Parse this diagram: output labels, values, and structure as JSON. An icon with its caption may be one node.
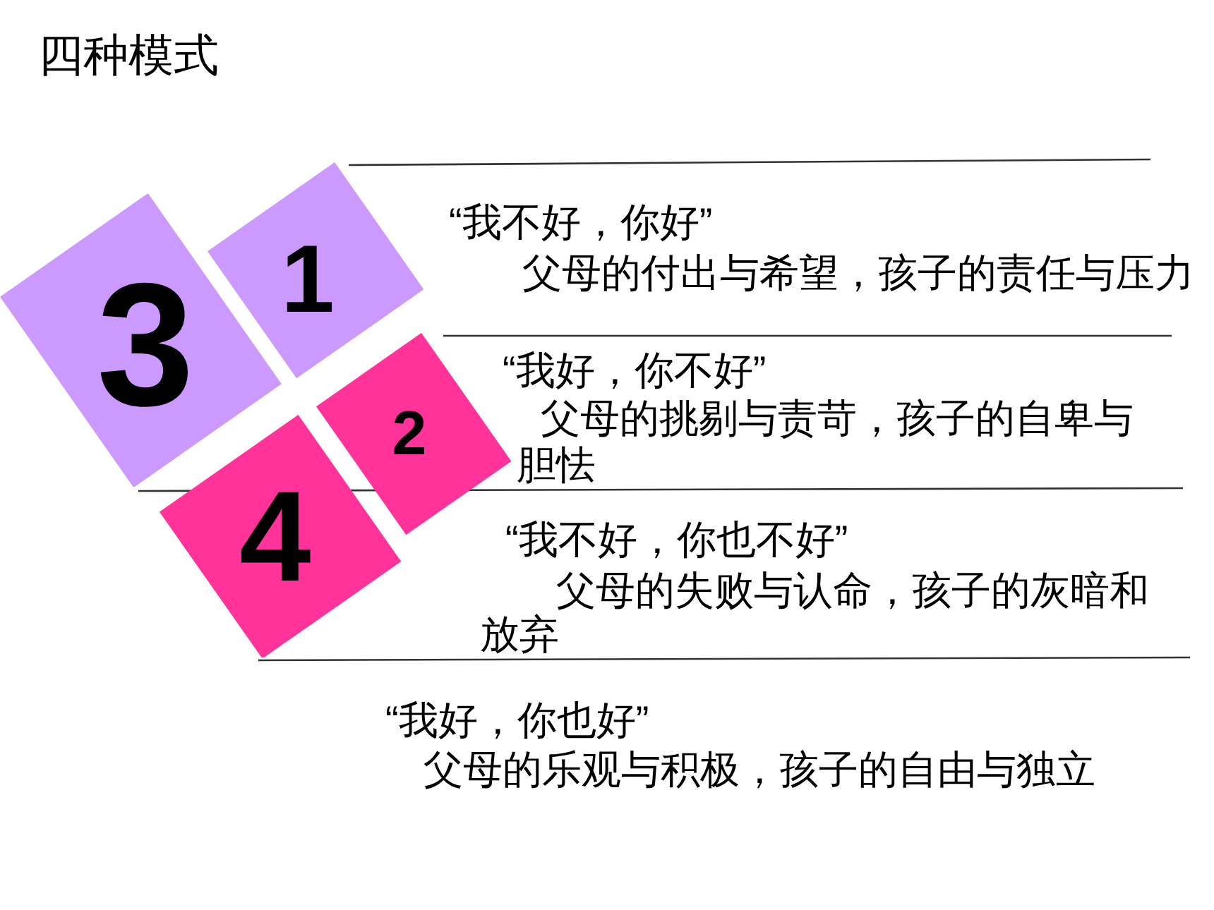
{
  "diagram": {
    "title": "四种模式",
    "nodes": [
      {
        "text": [
          "3"
        ]
      },
      {
        "text": [
          "1"
        ]
      },
      {
        "text": [
          "4"
        ]
      },
      {
        "text": [
          "2"
        ]
      }
    ],
    "labels": [
      "“我不好，你好”",
      "父母的付出与希望，孩子的责任与压力",
      "“我好，你不好”",
      "父母的挑剔与责苛，孩子的自卑与胆怯",
      "“我不好，你也不好”",
      "父母的失败与认命，孩子的灰暗和放弃",
      "“我好，你也好”",
      "父母的乐观与积极，孩子的自由与独立"
    ]
  }
}
